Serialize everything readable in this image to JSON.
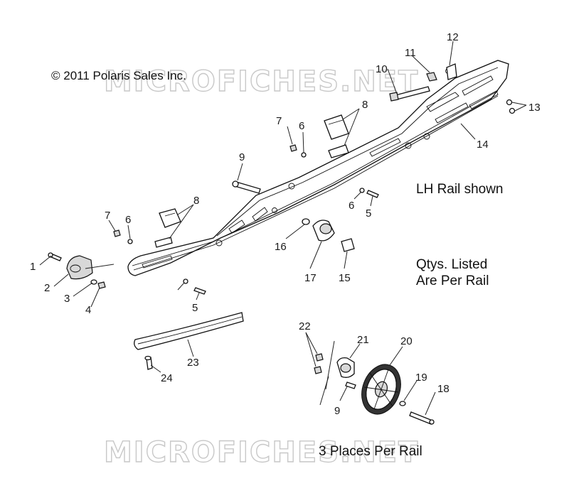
{
  "copyright": "© 2011 Polaris Sales Inc.",
  "watermark": "MICROFICHES.NET",
  "notes": {
    "rail": "LH Rail shown",
    "qty_line1": "Qtys. Listed",
    "qty_line2": "Are Per Rail",
    "places": "3 Places Per Rail"
  },
  "callouts": [
    {
      "id": "c1",
      "label": "1"
    },
    {
      "id": "c2",
      "label": "2"
    },
    {
      "id": "c3",
      "label": "3"
    },
    {
      "id": "c4",
      "label": "4"
    },
    {
      "id": "c5a",
      "label": "5"
    },
    {
      "id": "c5b",
      "label": "5"
    },
    {
      "id": "c6a",
      "label": "6"
    },
    {
      "id": "c6b",
      "label": "6"
    },
    {
      "id": "c6c",
      "label": "6"
    },
    {
      "id": "c7a",
      "label": "7"
    },
    {
      "id": "c7b",
      "label": "7"
    },
    {
      "id": "c8a",
      "label": "8"
    },
    {
      "id": "c8b",
      "label": "8"
    },
    {
      "id": "c9a",
      "label": "9"
    },
    {
      "id": "c9b",
      "label": "9"
    },
    {
      "id": "c10",
      "label": "10"
    },
    {
      "id": "c11",
      "label": "11"
    },
    {
      "id": "c12",
      "label": "12"
    },
    {
      "id": "c13",
      "label": "13"
    },
    {
      "id": "c14",
      "label": "14"
    },
    {
      "id": "c15",
      "label": "15"
    },
    {
      "id": "c16",
      "label": "16"
    },
    {
      "id": "c17",
      "label": "17"
    },
    {
      "id": "c18",
      "label": "18"
    },
    {
      "id": "c19",
      "label": "19"
    },
    {
      "id": "c20",
      "label": "20"
    },
    {
      "id": "c21",
      "label": "21"
    },
    {
      "id": "c22",
      "label": "22"
    },
    {
      "id": "c23",
      "label": "23"
    },
    {
      "id": "c24",
      "label": "24"
    }
  ]
}
